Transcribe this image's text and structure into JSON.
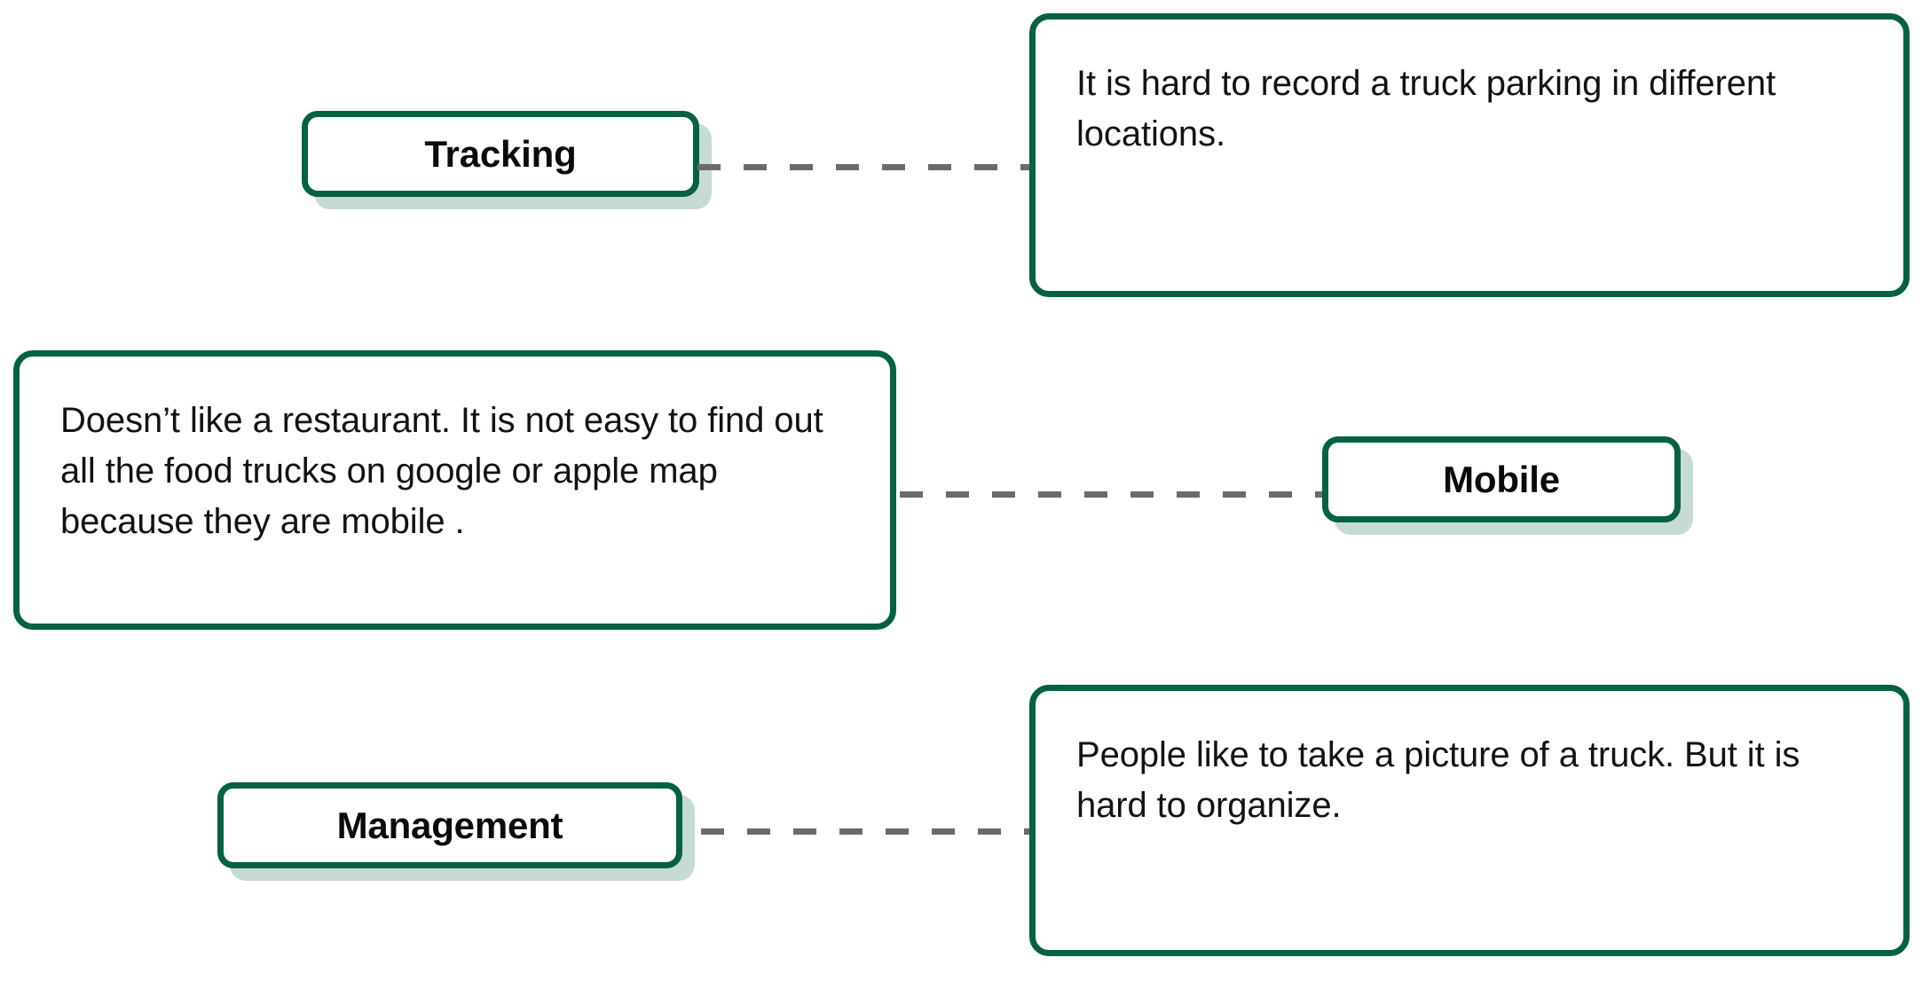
{
  "diagram": {
    "type": "affinity-map",
    "background_color": "#ffffff",
    "accent_color": "#046144",
    "node_fill_color": "#c6dbd4",
    "connector_color": "#6b6b6b",
    "text_color": "#121212",
    "rows": [
      {
        "id": "tracking",
        "node_label": "Tracking",
        "node_side": "left",
        "note_text": "It is hard to record a truck parking in different locations.",
        "connector": "dashed"
      },
      {
        "id": "mobile",
        "node_label": "Mobile",
        "node_side": "right",
        "note_text": "Doesn’t like a restaurant. It is not easy to find out all the food trucks on google or apple map because they are mobile .",
        "connector": "dashed"
      },
      {
        "id": "management",
        "node_label": "Management",
        "node_side": "left",
        "note_text": "People like to take a picture of a truck. But it is hard to organize.",
        "connector": "dashed"
      }
    ]
  }
}
